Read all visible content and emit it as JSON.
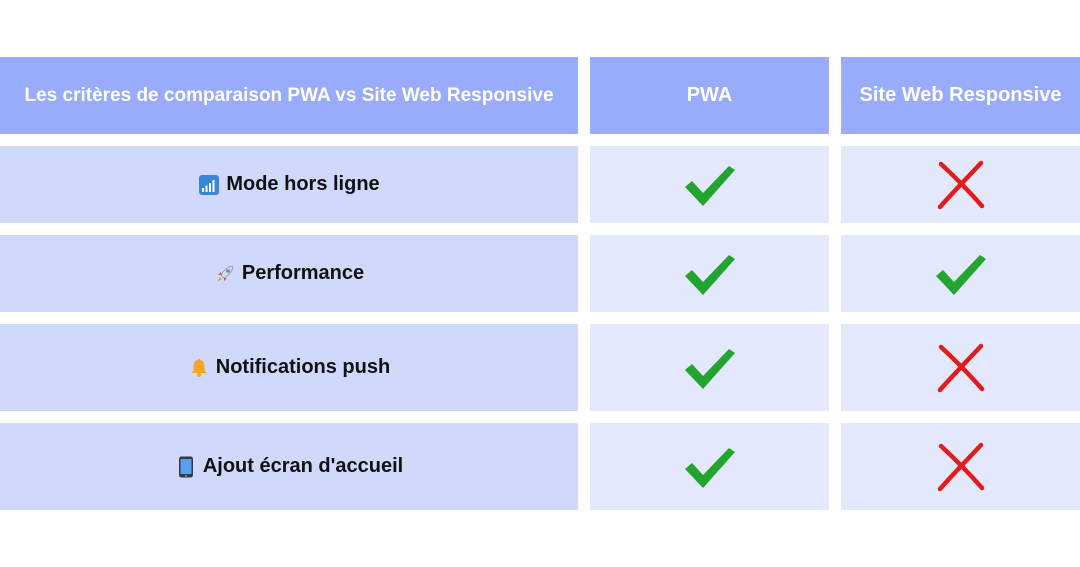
{
  "colors": {
    "header_bg": "#99abfb",
    "criteria_bg": "#d0d8fc",
    "value_bg": "#e3e8fc",
    "check": "#21a52f",
    "cross": "#e31b1b"
  },
  "header": {
    "criteria": "Les critères de comparaison PWA vs Site Web Responsive",
    "col1": "PWA",
    "col2": "Site Web Responsive"
  },
  "rows": [
    {
      "icon": "signal-bars-icon",
      "label": "Mode hors ligne",
      "pwa": "check",
      "responsive": "cross"
    },
    {
      "icon": "rocket-icon",
      "label": "Performance",
      "pwa": "check",
      "responsive": "check"
    },
    {
      "icon": "bell-icon",
      "label": "Notifications push",
      "pwa": "check",
      "responsive": "cross"
    },
    {
      "icon": "mobile-phone-icon",
      "label": "Ajout écran d'accueil",
      "pwa": "check",
      "responsive": "cross"
    }
  ]
}
